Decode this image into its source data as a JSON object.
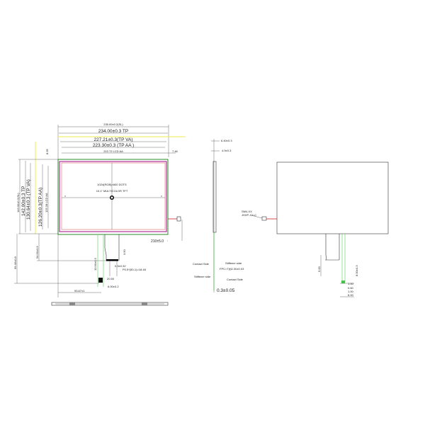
{
  "front_view": {
    "dims_horizontal": [
      "235.00±0.2(SL)",
      "234.00±0.3  TP",
      "227.21±0.3(TP VA)",
      "223.30±0.3  (TP  AA  )",
      "222.72 LCD AA",
      "7.46"
    ],
    "dims_vertical": [
      "143.00±0.2(SL)",
      "142.00±0.3  TP",
      "130.64±0.3  (TP VA)",
      "126.20±0.3(TP AA)",
      "125.28 LCD AA",
      "8.95"
    ],
    "dims_lower": [
      "99.46±0.8",
      "54.50±0.5",
      "93.67±1",
      "10.90±0.3",
      "3.50",
      "0.3±0.32",
      "P0.5*(50-1)=18.48",
      "20.50",
      "6.00±0.2",
      "210±5.0"
    ],
    "panel_text": [
      "1024(RGB)×600 DOTS",
      "10.1\" MULTICOLOR TFT"
    ]
  },
  "side_view": {
    "dims": [
      "6.40±0.3",
      "4.9±0.3",
      "FPC=T(t)0.30±0.03",
      "0.3±0.05"
    ],
    "labels": [
      "Contact Side",
      "Stiffener side",
      "Stiffener side",
      "Contact Side"
    ]
  },
  "rear_view": {
    "connector_label": [
      "SM4-XX",
      "JHXP-XX-C"
    ],
    "dims": [
      "5.00",
      "8.00±0.3",
      "1.00",
      "0.60",
      "1.00",
      "6.00"
    ]
  },
  "colors": {
    "tp": "#2a8a2a",
    "lcd": "#b0309a",
    "yellow": "#f0f070",
    "green": "#7de07d",
    "red": "#cc2222"
  }
}
